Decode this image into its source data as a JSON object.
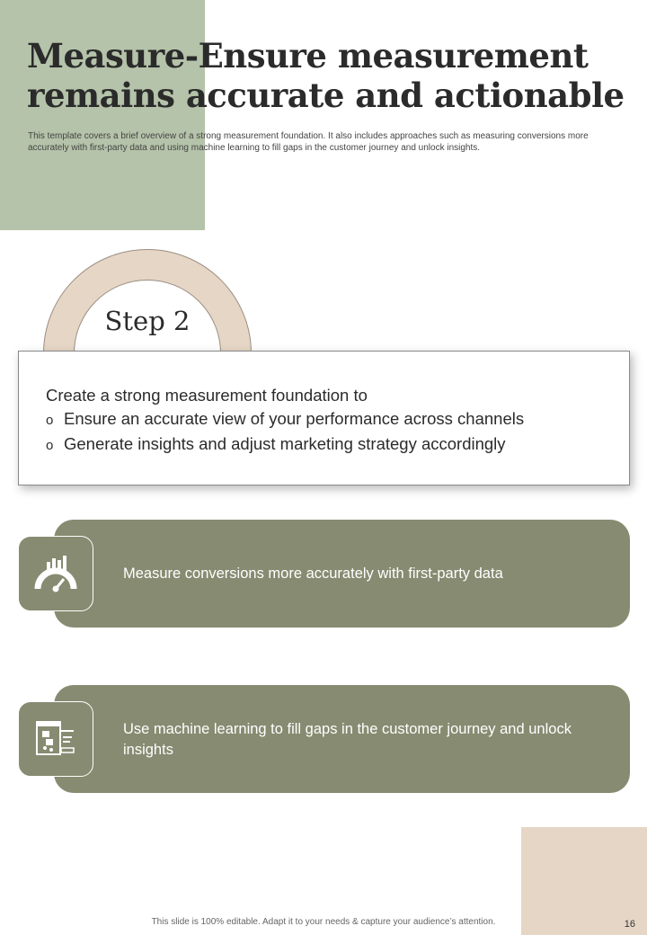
{
  "header": {
    "title": "Measure-Ensure measurement remains accurate and actionable",
    "subtitle": "This template covers a brief overview of a strong measurement foundation. It also includes approaches such as measuring conversions more accurately with first-party data and using machine learning to fill gaps in the customer journey and unlock insights."
  },
  "step": {
    "label": "Step 2"
  },
  "info": {
    "heading": "Create a strong measurement  foundation to",
    "bullet_symbol": "o",
    "items": [
      "Ensure an accurate view of your performance  across channels",
      "Generate insights and adjust marketing  strategy accordingly"
    ]
  },
  "points": [
    {
      "icon": "speedometer-chart-icon",
      "text": "Measure conversions more accurately with  first-party data"
    },
    {
      "icon": "machine-learning-screen-icon",
      "text": "Use machine learning to fill gaps in the customer journey and unlock insights"
    }
  ],
  "footer": {
    "note": "This slide is 100% editable. Adapt it to your needs & capture your audience’s attention.",
    "page_number": "16"
  },
  "colors": {
    "accent_green": "#b4c3a9",
    "bar_olive": "#878b71",
    "accent_beige": "#e6d6c6"
  }
}
